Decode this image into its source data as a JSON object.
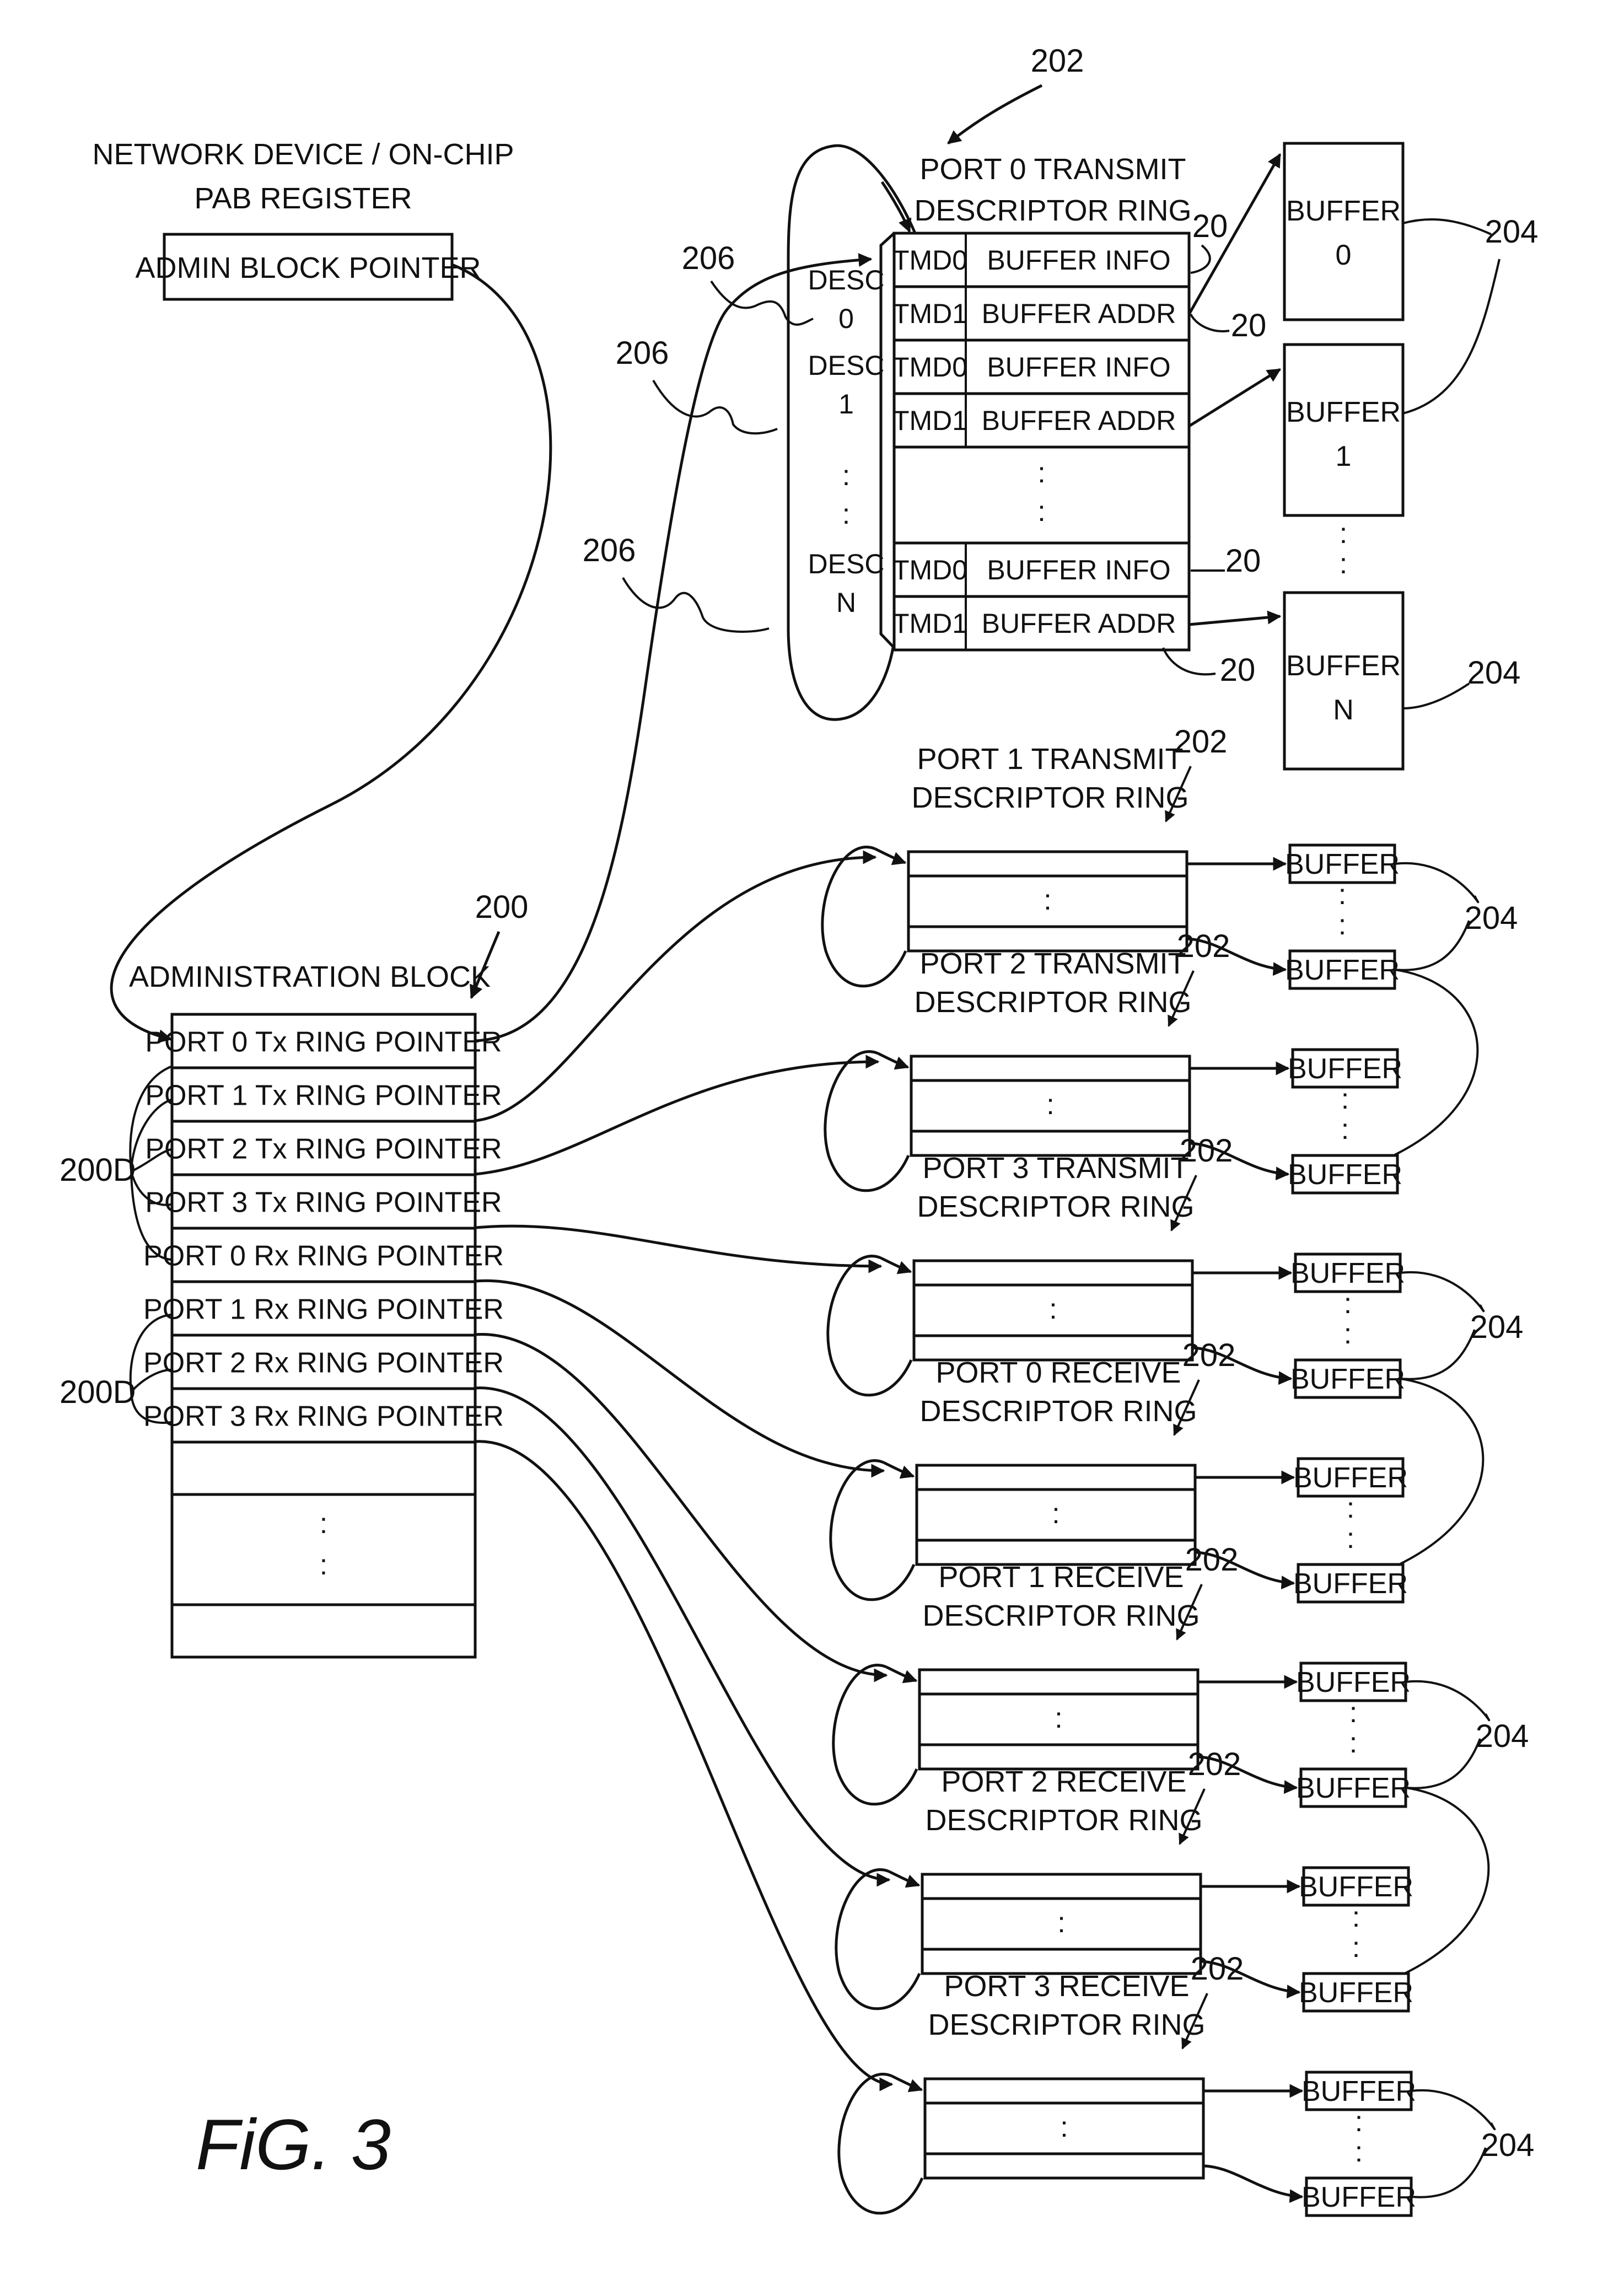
{
  "header": {
    "line1": "NETWORK DEVICE / ON-CHIP",
    "line2": "PAB REGISTER",
    "admin_block_pointer": "ADMIN BLOCK POINTER"
  },
  "admin": {
    "title": "ADMINISTRATION BLOCK",
    "ref": "200",
    "rows": [
      "PORT 0 Tx RING POINTER",
      "PORT 1 Tx RING POINTER",
      "PORT 2 Tx RING POINTER",
      "PORT 3 Tx RING POINTER",
      "PORT 0 Rx RING POINTER",
      "PORT 1 Rx RING POINTER",
      "PORT 2 Rx RING POINTER",
      "PORT 3 Rx RING POINTER"
    ],
    "dots": ":",
    "ref_d1": "200D",
    "ref_d2": "200D"
  },
  "top_ring": {
    "title1": "PORT 0 TRANSMIT",
    "title2": "DESCRIPTOR RING",
    "ref": "202",
    "desc": [
      {
        "a": "DESC",
        "b": "0"
      },
      {
        "a": "DESC",
        "b": "1"
      },
      {
        "a": "DESC",
        "b": "N"
      }
    ],
    "rows": [
      {
        "tmd": "TMD0",
        "field": "BUFFER INFO"
      },
      {
        "tmd": "TMD1",
        "field": "BUFFER ADDR"
      },
      {
        "tmd": "TMD0",
        "field": "BUFFER INFO"
      },
      {
        "tmd": "TMD1",
        "field": "BUFFER ADDR"
      },
      {
        "tmd": "TMD0",
        "field": "BUFFER INFO"
      },
      {
        "tmd": "TMD1",
        "field": "BUFFER ADDR"
      }
    ],
    "dots": ":",
    "ref_206": "206",
    "ref_20": "20",
    "buffers": [
      {
        "l1": "BUFFER",
        "l2": "0"
      },
      {
        "l1": "BUFFER",
        "l2": "1"
      },
      {
        "l1": "BUFFER",
        "l2": "N"
      }
    ],
    "ref_204": "204"
  },
  "rings": [
    {
      "t1": "PORT 1 TRANSMIT",
      "t2": "DESCRIPTOR RING"
    },
    {
      "t1": "PORT 2 TRANSMIT",
      "t2": "DESCRIPTOR RING"
    },
    {
      "t1": "PORT 3 TRANSMIT",
      "t2": "DESCRIPTOR RING"
    },
    {
      "t1": "PORT 0 RECEIVE",
      "t2": "DESCRIPTOR RING"
    },
    {
      "t1": "PORT 1 RECEIVE",
      "t2": "DESCRIPTOR RING"
    },
    {
      "t1": "PORT 2 RECEIVE",
      "t2": "DESCRIPTOR RING"
    },
    {
      "t1": "PORT 3 RECEIVE",
      "t2": "DESCRIPTOR RING"
    }
  ],
  "ring_ref": "202",
  "buffer_label": "BUFFER",
  "figure": "FiG. 3"
}
